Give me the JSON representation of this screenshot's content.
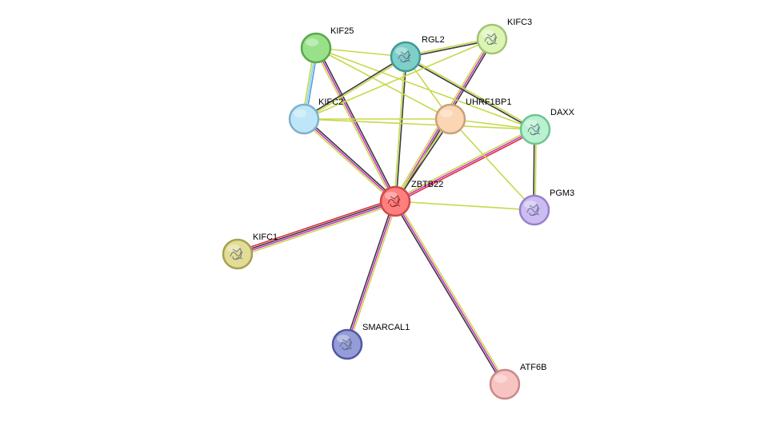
{
  "network": {
    "nodes": [
      {
        "id": "ZBTB22",
        "label": "ZBTB22",
        "fill": "#ff7f7f",
        "stroke": "#d04848",
        "glyph": "protein-structure-icon",
        "query": true
      },
      {
        "id": "KIF25",
        "label": "KIF25",
        "fill": "#99e08b",
        "stroke": "#5aa84a",
        "glyph": null
      },
      {
        "id": "RGL2",
        "label": "RGL2",
        "fill": "#7fcfc9",
        "stroke": "#3f9a94",
        "glyph": "protein-structure-icon"
      },
      {
        "id": "KIFC3",
        "label": "KIFC3",
        "fill": "#dcf5b4",
        "stroke": "#a2c476",
        "glyph": "protein-structure-icon"
      },
      {
        "id": "KIFC2",
        "label": "KIFC2",
        "fill": "#bfe6f8",
        "stroke": "#7fb0cc",
        "glyph": null
      },
      {
        "id": "UHRF1BP1",
        "label": "UHRF1BP1",
        "fill": "#fbd6b4",
        "stroke": "#c9a07a",
        "glyph": null
      },
      {
        "id": "DAXX",
        "label": "DAXX",
        "fill": "#b9f2d0",
        "stroke": "#70c492",
        "glyph": "protein-structure-icon"
      },
      {
        "id": "PGM3",
        "label": "PGM3",
        "fill": "#cdbcf4",
        "stroke": "#9582c9",
        "glyph": "protein-structure-icon"
      },
      {
        "id": "KIFC1",
        "label": "KIFC1",
        "fill": "#e2dc96",
        "stroke": "#a7a052",
        "glyph": "protein-structure-icon"
      },
      {
        "id": "SMARCAL1",
        "label": "SMARCAL1",
        "fill": "#959dd8",
        "stroke": "#4f58a3",
        "glyph": "protein-structure-icon"
      },
      {
        "id": "ATF6B",
        "label": "ATF6B",
        "fill": "#f8c4c2",
        "stroke": "#c88a88",
        "glyph": null
      }
    ],
    "edges": [
      {
        "a": "ZBTB22",
        "b": "KIF25",
        "colors": [
          "#c8d84a",
          "#cc33cc",
          "#3a3a3a"
        ]
      },
      {
        "a": "ZBTB22",
        "b": "RGL2",
        "colors": [
          "#c8d84a",
          "#3a3a3a"
        ]
      },
      {
        "a": "ZBTB22",
        "b": "KIFC3",
        "colors": [
          "#c8d84a",
          "#cc33cc",
          "#3a3a3a"
        ]
      },
      {
        "a": "ZBTB22",
        "b": "KIFC2",
        "colors": [
          "#c8d84a",
          "#cc33cc",
          "#3a3a3a"
        ]
      },
      {
        "a": "ZBTB22",
        "b": "UHRF1BP1",
        "colors": [
          "#c8d84a",
          "#3a3a3a"
        ]
      },
      {
        "a": "ZBTB22",
        "b": "DAXX",
        "colors": [
          "#c8d84a",
          "#cc33cc",
          "#e0303a"
        ]
      },
      {
        "a": "ZBTB22",
        "b": "PGM3",
        "colors": [
          "#c8d84a"
        ]
      },
      {
        "a": "ZBTB22",
        "b": "KIFC1",
        "colors": [
          "#c8d84a",
          "#cc33cc",
          "#3a3a3a",
          "#e0303a"
        ]
      },
      {
        "a": "ZBTB22",
        "b": "SMARCAL1",
        "colors": [
          "#c8d84a",
          "#cc33cc",
          "#3a3a3a"
        ]
      },
      {
        "a": "ZBTB22",
        "b": "ATF6B",
        "colors": [
          "#c8d84a",
          "#cc33cc",
          "#3a3a3a"
        ]
      },
      {
        "a": "KIF25",
        "b": "KIFC2",
        "colors": [
          "#5599ee",
          "#7fd6e6",
          "#c8d84a"
        ]
      },
      {
        "a": "KIF25",
        "b": "RGL2",
        "colors": [
          "#c8d84a"
        ]
      },
      {
        "a": "KIF25",
        "b": "UHRF1BP1",
        "colors": [
          "#c8d84a"
        ]
      },
      {
        "a": "KIF25",
        "b": "DAXX",
        "colors": [
          "#c8d84a"
        ]
      },
      {
        "a": "RGL2",
        "b": "KIFC3",
        "colors": [
          "#c8d84a",
          "#3a3a3a"
        ]
      },
      {
        "a": "RGL2",
        "b": "KIFC2",
        "colors": [
          "#c8d84a",
          "#3a3a3a"
        ]
      },
      {
        "a": "RGL2",
        "b": "UHRF1BP1",
        "colors": [
          "#c8d84a"
        ]
      },
      {
        "a": "RGL2",
        "b": "DAXX",
        "colors": [
          "#c8d84a",
          "#3a3a3a"
        ]
      },
      {
        "a": "KIFC3",
        "b": "KIFC2",
        "colors": [
          "#c8d84a"
        ]
      },
      {
        "a": "KIFC2",
        "b": "UHRF1BP1",
        "colors": [
          "#c8d84a"
        ]
      },
      {
        "a": "KIFC2",
        "b": "DAXX",
        "colors": [
          "#c8d84a"
        ]
      },
      {
        "a": "UHRF1BP1",
        "b": "DAXX",
        "colors": [
          "#c8d84a"
        ]
      },
      {
        "a": "UHRF1BP1",
        "b": "PGM3",
        "colors": [
          "#c8d84a"
        ]
      },
      {
        "a": "DAXX",
        "b": "PGM3",
        "colors": [
          "#c8d84a",
          "#3a3a3a"
        ]
      }
    ]
  }
}
